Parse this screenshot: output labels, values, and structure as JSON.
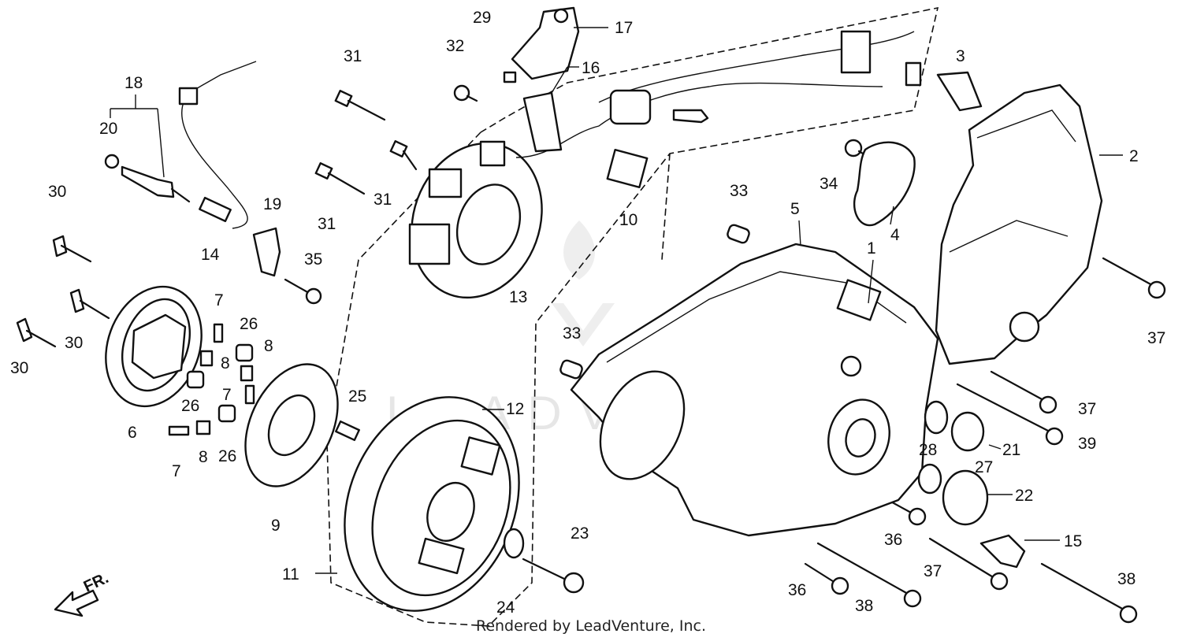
{
  "credit": "Rendered by LeadVenture, Inc.",
  "watermark": "LEADVENTURE",
  "direction_label": "FR.",
  "callouts": [
    {
      "id": "c1",
      "label": "1"
    },
    {
      "id": "c2",
      "label": "2"
    },
    {
      "id": "c3",
      "label": "3"
    },
    {
      "id": "c4",
      "label": "4"
    },
    {
      "id": "c5",
      "label": "5"
    },
    {
      "id": "c6",
      "label": "6"
    },
    {
      "id": "c7a",
      "label": "7"
    },
    {
      "id": "c7b",
      "label": "7"
    },
    {
      "id": "c7c",
      "label": "7"
    },
    {
      "id": "c8a",
      "label": "8"
    },
    {
      "id": "c8b",
      "label": "8"
    },
    {
      "id": "c8c",
      "label": "8"
    },
    {
      "id": "c9",
      "label": "9"
    },
    {
      "id": "c10",
      "label": "10"
    },
    {
      "id": "c11",
      "label": "11"
    },
    {
      "id": "c12",
      "label": "12"
    },
    {
      "id": "c13",
      "label": "13"
    },
    {
      "id": "c14",
      "label": "14"
    },
    {
      "id": "c15",
      "label": "15"
    },
    {
      "id": "c16",
      "label": "16"
    },
    {
      "id": "c17",
      "label": "17"
    },
    {
      "id": "c18",
      "label": "18"
    },
    {
      "id": "c19",
      "label": "19"
    },
    {
      "id": "c20",
      "label": "20"
    },
    {
      "id": "c21",
      "label": "21"
    },
    {
      "id": "c22",
      "label": "22"
    },
    {
      "id": "c23",
      "label": "23"
    },
    {
      "id": "c24",
      "label": "24"
    },
    {
      "id": "c25",
      "label": "25"
    },
    {
      "id": "c26a",
      "label": "26"
    },
    {
      "id": "c26b",
      "label": "26"
    },
    {
      "id": "c26c",
      "label": "26"
    },
    {
      "id": "c27",
      "label": "27"
    },
    {
      "id": "c28",
      "label": "28"
    },
    {
      "id": "c29",
      "label": "29"
    },
    {
      "id": "c30a",
      "label": "30"
    },
    {
      "id": "c30b",
      "label": "30"
    },
    {
      "id": "c30c",
      "label": "30"
    },
    {
      "id": "c31a",
      "label": "31"
    },
    {
      "id": "c31b",
      "label": "31"
    },
    {
      "id": "c31c",
      "label": "31"
    },
    {
      "id": "c32",
      "label": "32"
    },
    {
      "id": "c33a",
      "label": "33"
    },
    {
      "id": "c33b",
      "label": "33"
    },
    {
      "id": "c34",
      "label": "34"
    },
    {
      "id": "c35",
      "label": "35"
    },
    {
      "id": "c36a",
      "label": "36"
    },
    {
      "id": "c36b",
      "label": "36"
    },
    {
      "id": "c37a",
      "label": "37"
    },
    {
      "id": "c37b",
      "label": "37"
    },
    {
      "id": "c37c",
      "label": "37"
    },
    {
      "id": "c38a",
      "label": "38"
    },
    {
      "id": "c38b",
      "label": "38"
    },
    {
      "id": "c39",
      "label": "39"
    }
  ]
}
